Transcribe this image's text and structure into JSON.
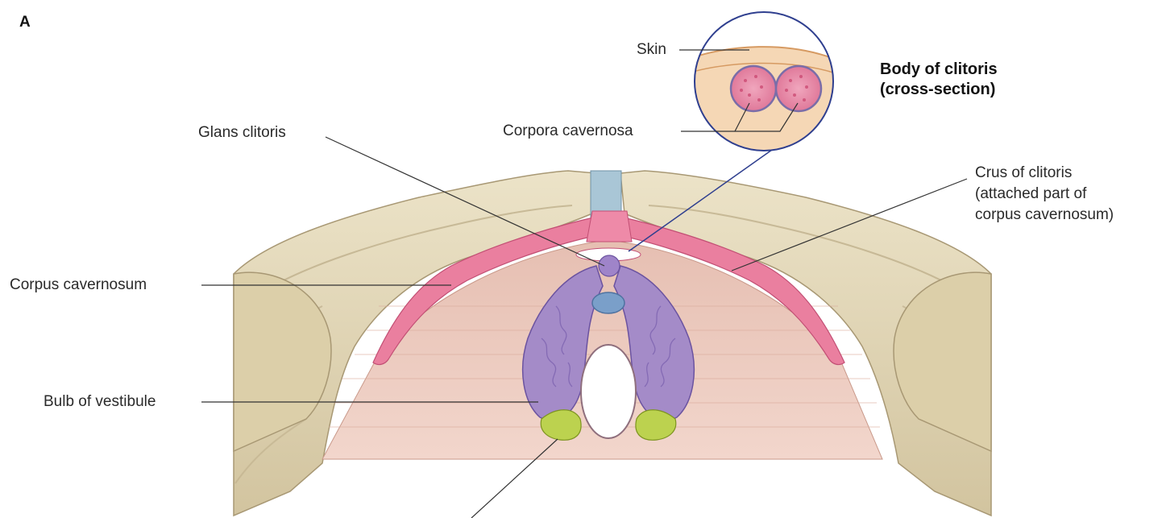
{
  "figure": {
    "panel_letter": "A",
    "inset_title_line1": "Body of clitoris",
    "inset_title_line2": "(cross-section)"
  },
  "labels": {
    "skin": "Skin",
    "corpora_cavernosa": "Corpora cavernosa",
    "glans_clitoris": "Glans clitoris",
    "crus_line1": "Crus of clitoris",
    "crus_line2": "(attached part of",
    "crus_line3": "corpus cavernosum)",
    "corpus_cavernosum": "Corpus cavernosum",
    "bulb_of_vestibule": "Bulb of vestibule"
  },
  "colors": {
    "bone": "#e3d8b8",
    "bone_shadow": "#b9a985",
    "membrane": "#ecc9be",
    "erectile_pink": "#e8789a",
    "bulb_purple": "#9e86c2",
    "gland_green": "#b8cf4e",
    "ligament_blue": "#9fbfd0",
    "inset_border": "#2f3f8f",
    "leader_line": "#333333"
  }
}
